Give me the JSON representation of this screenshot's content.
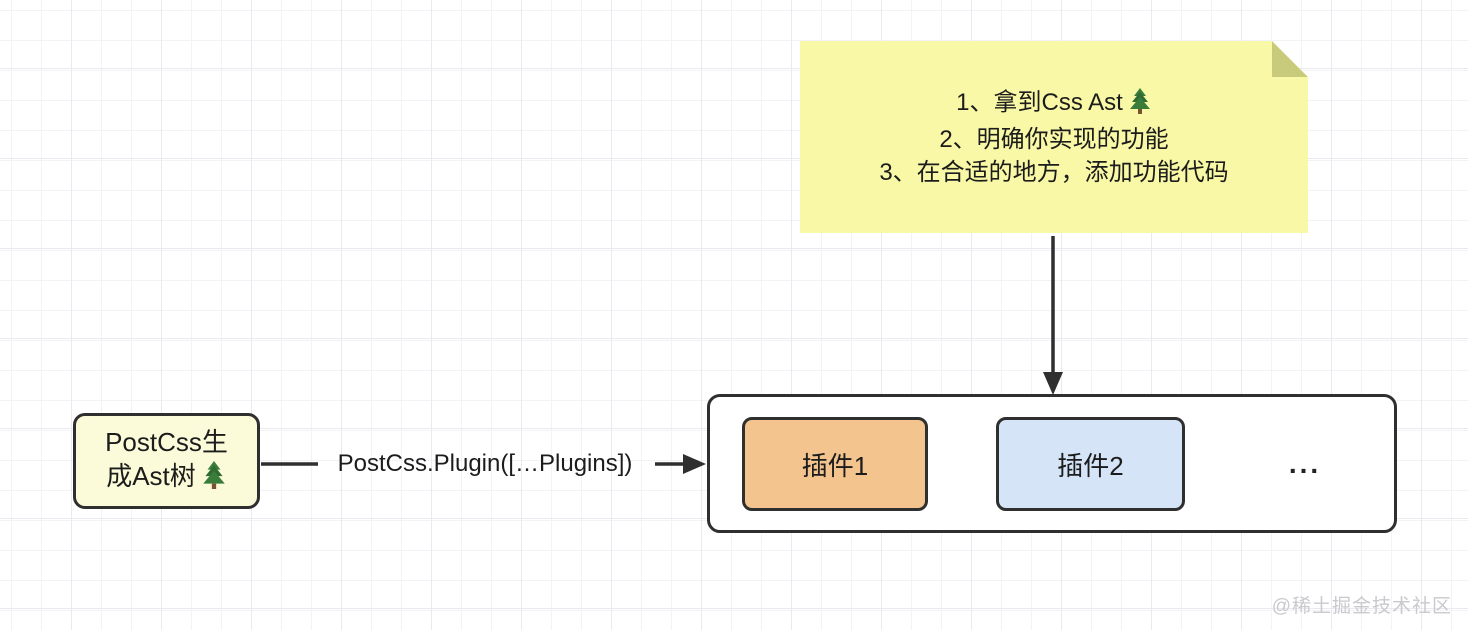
{
  "note": {
    "lines": [
      "1、拿到Css Ast",
      "2、明确你实现的功能",
      "3、在合适的地方，添加功能代码"
    ],
    "bg_color": "#F8F8A6",
    "fold_color": "#C9CB7C"
  },
  "source_box": {
    "text": "PostCss生成Ast树",
    "lines": [
      "PostCss生",
      "成Ast树"
    ],
    "bg_color": "#FBFBDA"
  },
  "flow": {
    "label": "PostCss.Plugin([…Plugins])"
  },
  "plugins_container": {
    "items": [
      {
        "label": "插件1",
        "bg_color": "#F4C48F"
      },
      {
        "label": "插件2",
        "bg_color": "#D5E5F7"
      }
    ],
    "ellipsis": "..."
  },
  "icons": {
    "tree": "🌲"
  },
  "colors": {
    "stroke": "#2F2F2F",
    "grid_minor": "#f3f3f7",
    "grid_major": "#e9e9ef"
  },
  "watermark": "@稀土掘金技术社区"
}
